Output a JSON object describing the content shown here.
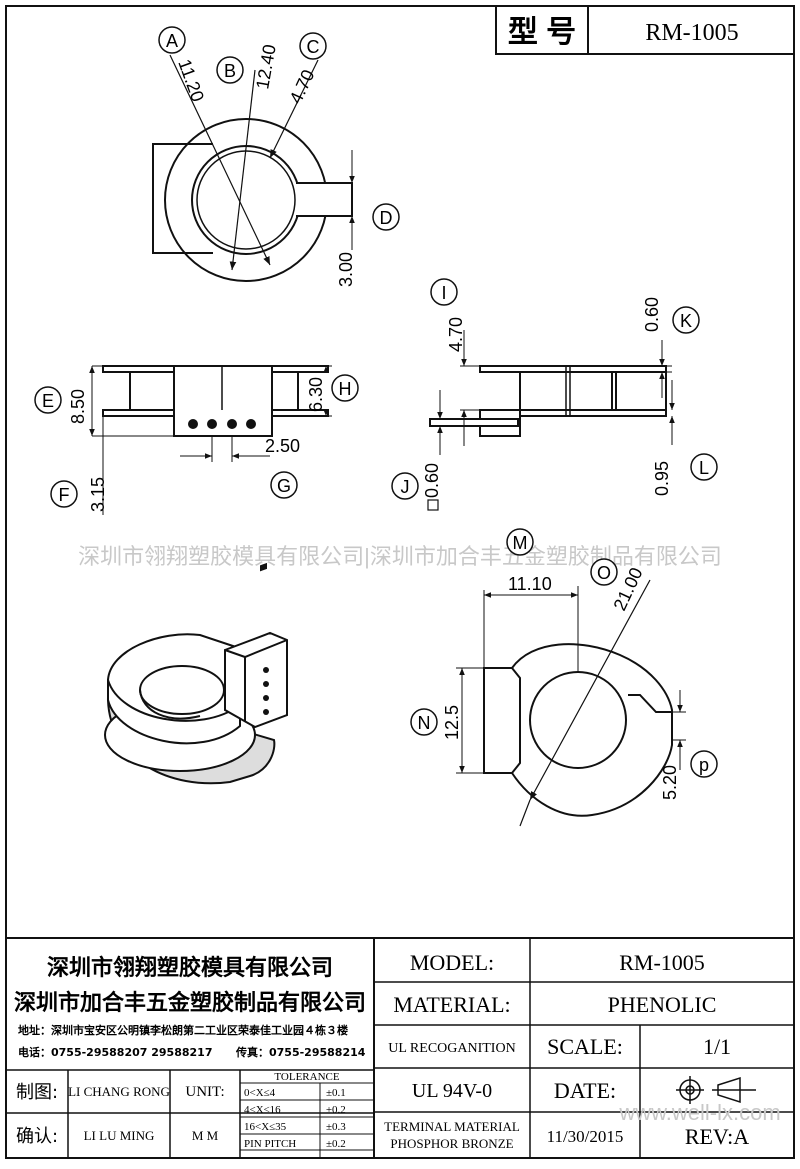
{
  "header": {
    "model_label_cn": "型 号",
    "model_value": "RM-1005"
  },
  "watermark": {
    "text": "深圳市翎翔塑胶模具有限公司|深圳市加合丰五金塑胶制品有限公司",
    "site": "www.well-lx.com"
  },
  "top_view": {
    "callouts": {
      "a": "A",
      "b": "B",
      "c": "C",
      "d": "D"
    },
    "dims": {
      "a": "11.20",
      "b": "12.40",
      "c": "4.70",
      "d": "3.00"
    }
  },
  "front_view": {
    "callouts": {
      "e": "E",
      "f": "F",
      "g": "G",
      "h": "H"
    },
    "dims": {
      "e": "8.50",
      "f": "3.15",
      "g": "2.50",
      "h": "6.30"
    }
  },
  "side_view": {
    "callouts": {
      "i": "I",
      "j": "J",
      "k": "K",
      "l": "L"
    },
    "dims": {
      "i": "4.70",
      "j": "0.60",
      "k": "0.60",
      "l": "0.95"
    }
  },
  "bottom_view": {
    "callouts": {
      "m": "M",
      "n": "N",
      "o": "O",
      "p": "p"
    },
    "dims": {
      "m": "11.10",
      "n": "12.5",
      "o": "21.00",
      "p": "5.20"
    }
  },
  "title_block": {
    "company_1": "深圳市翎翔塑胶模具有限公司",
    "company_2": "深圳市加合丰五金塑胶制品有限公司",
    "address": "地址：深圳市宝安区公明镇李松朗第二工业区荣泰佳工业园４栋３楼",
    "phone": "电话：0755-29588207  29588217",
    "fax": "传真：0755-29588214",
    "model_label": "MODEL:",
    "model_value": "RM-1005",
    "material_label": "MATERIAL:",
    "material_value": "PHENOLIC",
    "ul_label": "UL RECOGANITION",
    "ul_value": "UL 94V-0",
    "scale_label": "SCALE:",
    "scale_value": "1/1",
    "date_label": "DATE:",
    "date_value": "11/30/2015",
    "terminal_material_1": "TERMINAL MATERIAL",
    "terminal_material_2": "PHOSPHOR  BRONZE",
    "rev": "REV:A",
    "drawn_label": "制图:",
    "drawn_by": "LI CHANG RONG",
    "approved_label": "确认:",
    "approved_by": "LI LU MING",
    "unit_label": "UNIT:",
    "unit_value": "M M",
    "tolerance_title": "TOLERANCE",
    "tolerances": [
      {
        "range": "0<X≤4",
        "value": "±0.1"
      },
      {
        "range": "4<X≤16",
        "value": "±0.2"
      },
      {
        "range": "16<X≤35",
        "value": "±0.3"
      },
      {
        "range": "PIN PITCH",
        "value": "±0.2"
      }
    ]
  }
}
